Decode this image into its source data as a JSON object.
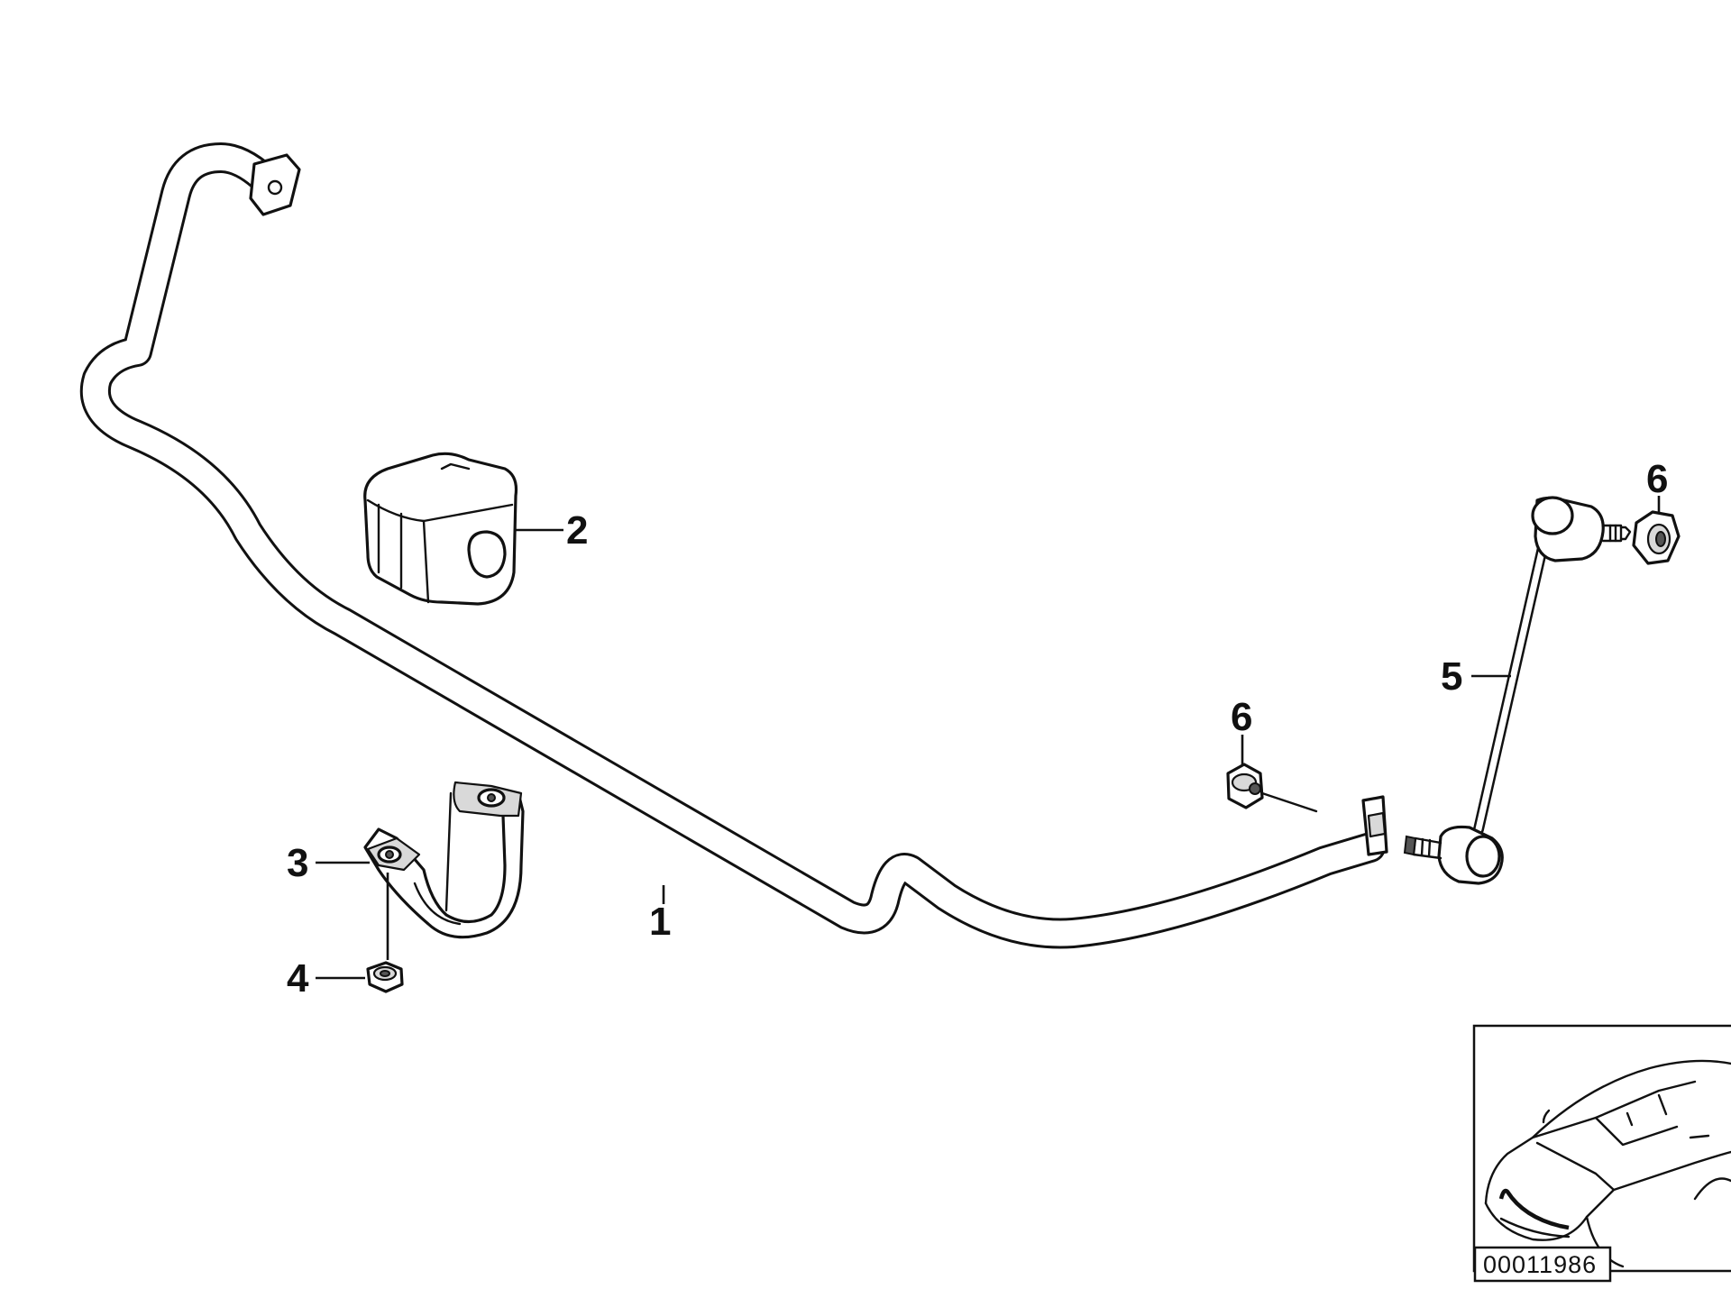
{
  "callouts": {
    "part_1": "1",
    "part_2": "2",
    "part_3": "3",
    "part_4": "4",
    "part_5": "5",
    "part_6_upper": "6",
    "part_6_lower": "6"
  },
  "drawing_id": "00011986",
  "colors": {
    "line": "#111111",
    "background": "#ffffff",
    "shade": "#d9d9d9"
  }
}
